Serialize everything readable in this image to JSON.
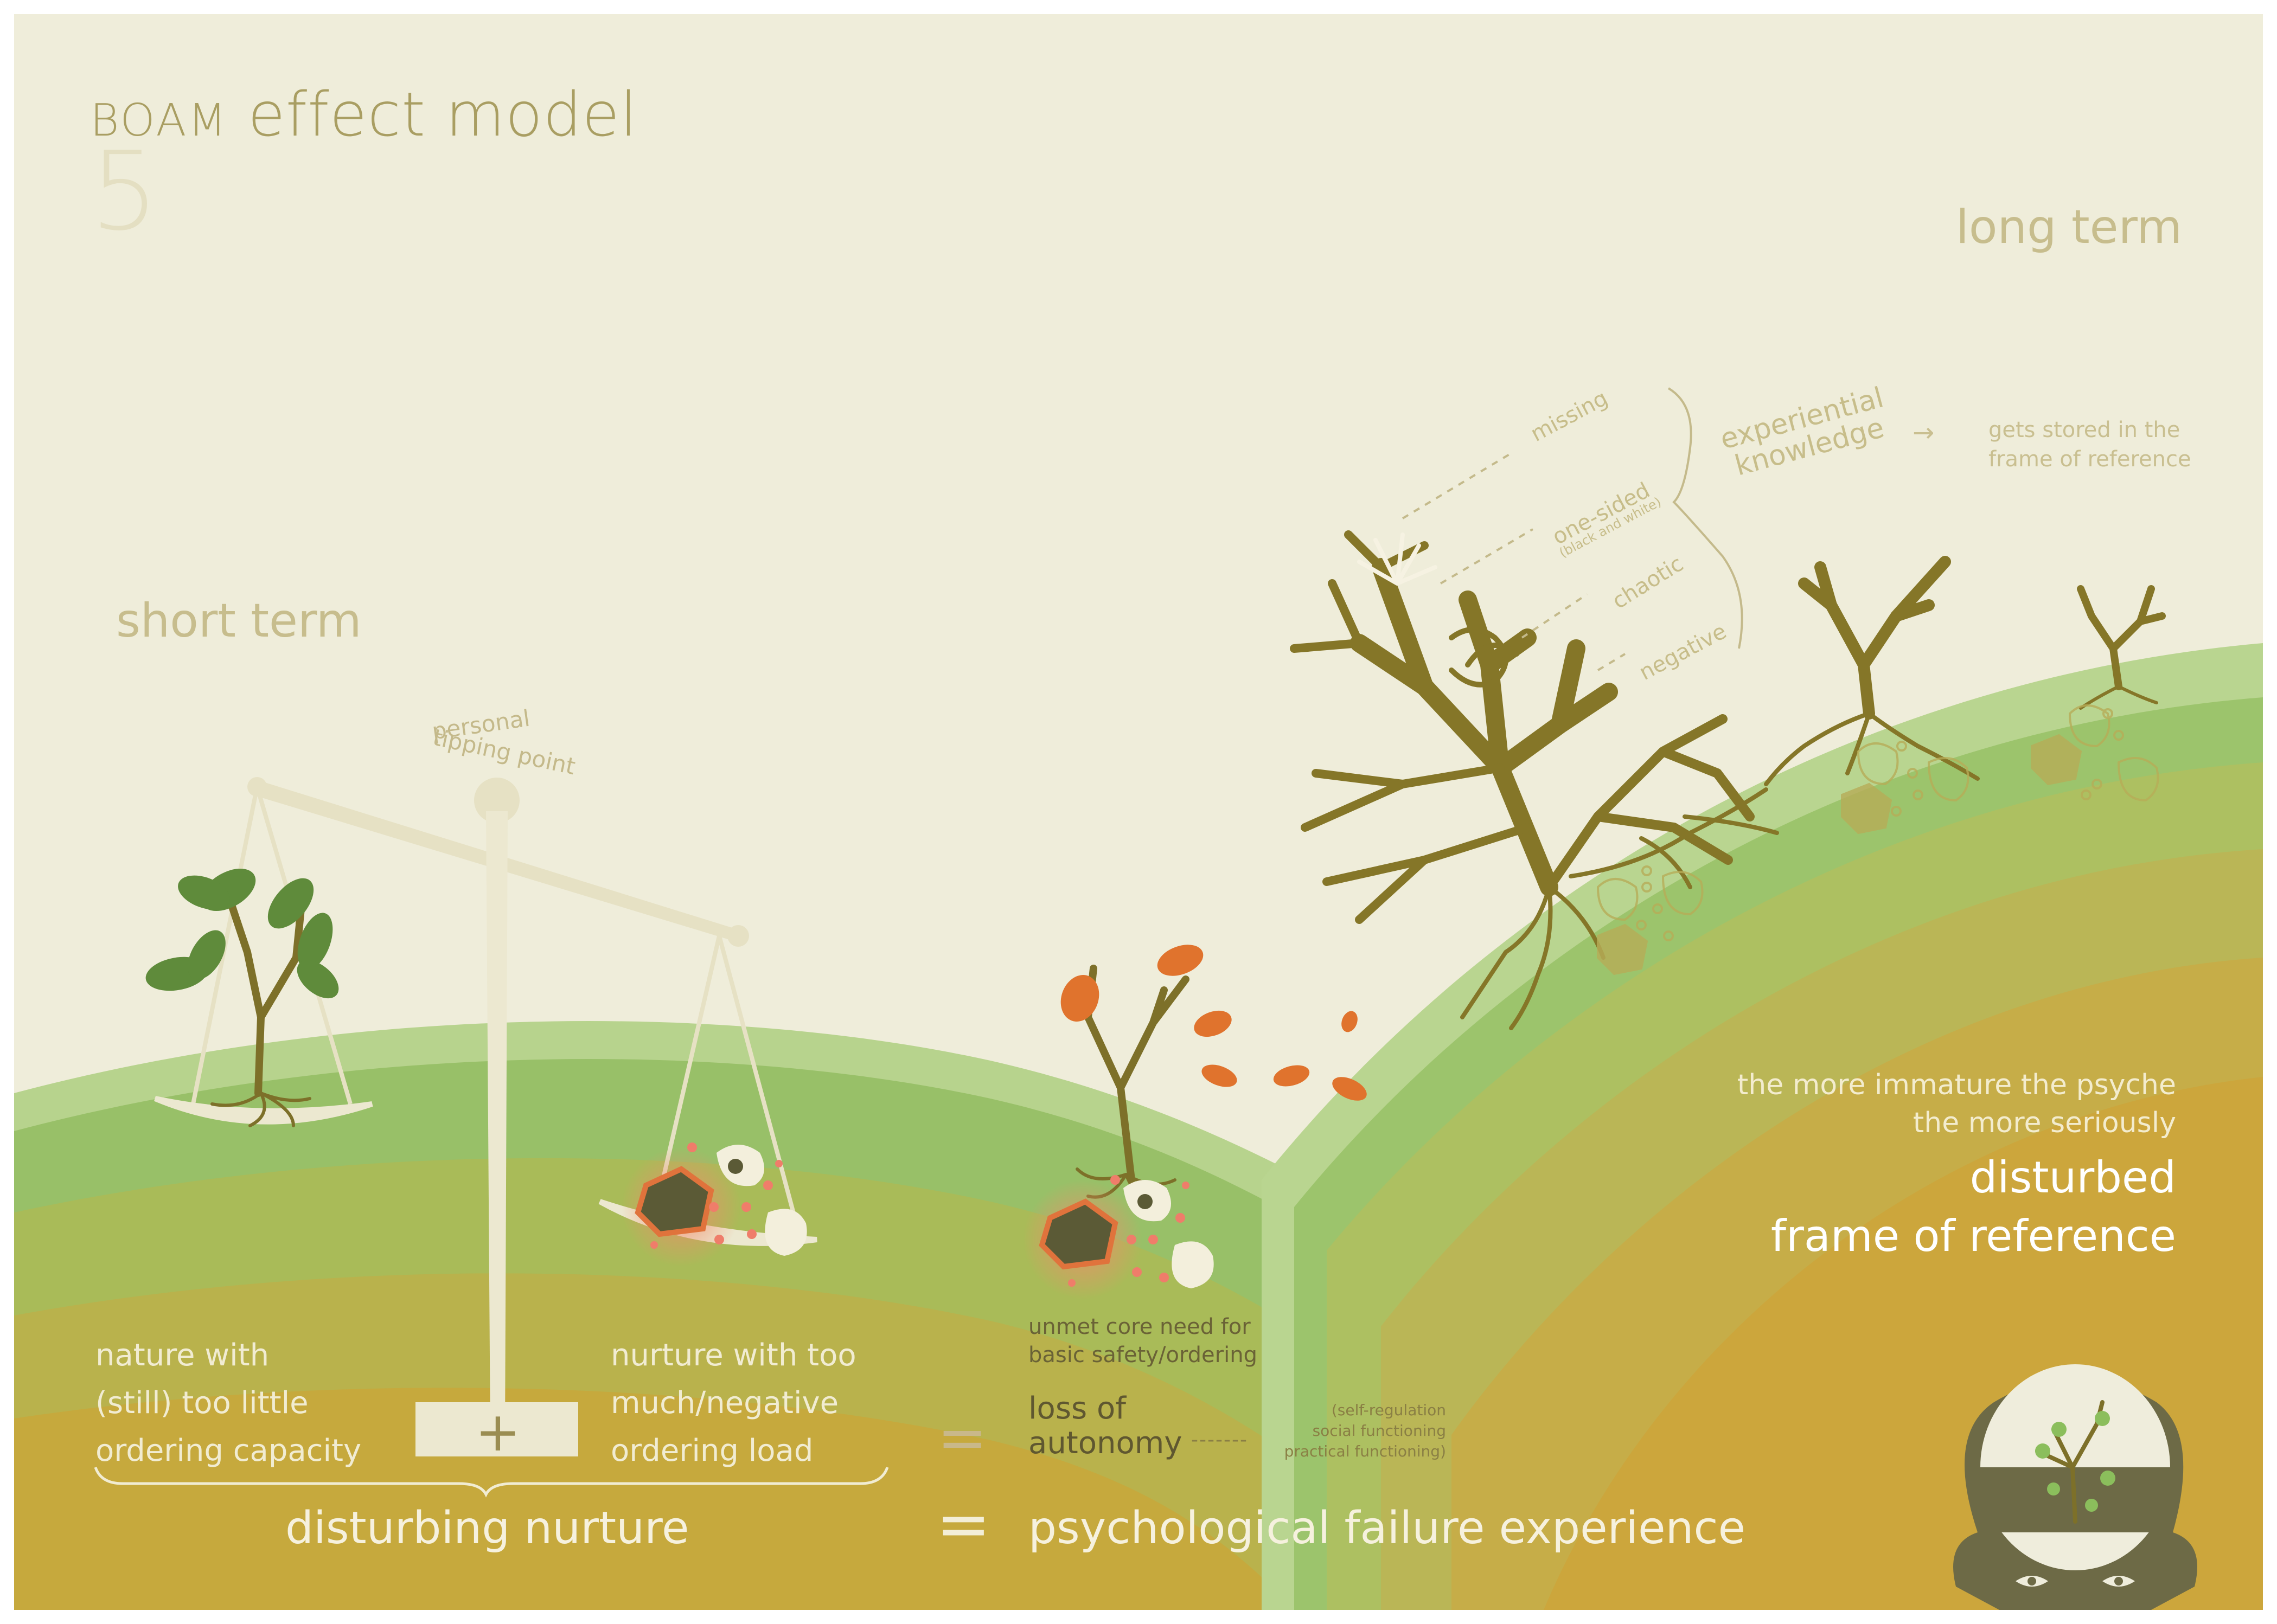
{
  "header": {
    "brand": "BOAM",
    "title": "effect model",
    "slide_number": "5"
  },
  "labels": {
    "long_term": "long term",
    "short_term": "short term",
    "tipping_point_line1": "personal",
    "tipping_point_line2": "tipping point",
    "nature_line1": "nature with",
    "nature_line2": "(still) too little",
    "nature_line3": "ordering capacity",
    "plus": "+",
    "nurture_line1": "nurture with too",
    "nurture_line2": "much/negative",
    "nurture_line3": "ordering load",
    "equals": "=",
    "unmet_line1": "unmet core need for",
    "unmet_line2": "basic safety/ordering",
    "loss_line1": "loss of",
    "loss_line2": "autonomy",
    "dashes": "-------",
    "selfreg_line1": "(self-regulation",
    "selfreg_line2": "social functioning",
    "selfreg_line3": "practical functioning)",
    "disturbing_nurture": "disturbing nurture",
    "psych_failure": "psychological failure experience",
    "immature_line1": "the more immature the psyche",
    "immature_line2": "the more seriously",
    "disturbed_line1": "disturbed",
    "disturbed_line2": "frame of reference"
  },
  "experiential": {
    "branches": [
      "missing",
      "one-sided",
      "chaotic",
      "negative"
    ],
    "one_sided_note": "(black and white)",
    "title_line1": "experiential",
    "title_line2": "knowledge",
    "arrow": "→",
    "stored_line1": "gets stored in the",
    "stored_line2": "frame of reference"
  },
  "colors": {
    "background": "#efedda",
    "hill_light_green": "#a9c878",
    "hill_green": "#8fbc5e",
    "hill_olive": "#c2b653",
    "hill_ochre": "#cba83c",
    "trunk": "#857628",
    "leaf_green": "#5d8a3a",
    "leaf_orange": "#e0732d",
    "stone_dark": "#5b5a36",
    "glow_red": "#e65d3c",
    "head": "#6d6a46"
  }
}
